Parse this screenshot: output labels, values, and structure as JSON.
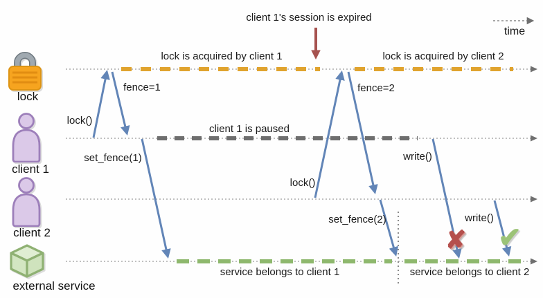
{
  "annotations": {
    "session_expired": "client 1's session is expired",
    "time_axis": "time"
  },
  "lanes": [
    {
      "label": "lock",
      "icon": "padlock-icon"
    },
    {
      "label": "client 1",
      "icon": "person-icon"
    },
    {
      "label": "client 2",
      "icon": "person-icon"
    },
    {
      "label": "external service",
      "icon": "cube-icon"
    }
  ],
  "state_segments": [
    {
      "lane": "lock",
      "label": "lock is acquired by client 1",
      "color": "#e0a32e"
    },
    {
      "lane": "lock",
      "label": "lock is acquired by client 2",
      "color": "#e0a32e"
    },
    {
      "lane": "client 1",
      "label": "client 1 is paused",
      "color": "#6e6e6e"
    },
    {
      "lane": "external service",
      "label": "service belongs to client 1",
      "color": "#8eb86d"
    },
    {
      "lane": "external service",
      "label": "service belongs to client 2",
      "color": "#8eb86d"
    }
  ],
  "messages": [
    {
      "label": "lock()",
      "from": "client 1",
      "to": "lock"
    },
    {
      "label": "fence=1",
      "from": "lock",
      "to": "client 1"
    },
    {
      "label": "set_fence(1)",
      "from": "client 1",
      "to": "external service"
    },
    {
      "label": "lock()",
      "from": "client 2",
      "to": "lock"
    },
    {
      "label": "fence=2",
      "from": "lock",
      "to": "client 2"
    },
    {
      "label": "set_fence(2)",
      "from": "client 2",
      "to": "external service"
    },
    {
      "label": "write()",
      "from": "client 1",
      "to": "external service",
      "result": "rejected"
    },
    {
      "label": "write()",
      "from": "client 2",
      "to": "external service",
      "result": "accepted"
    }
  ],
  "result_marks": {
    "rejected": "✘",
    "accepted": "✔"
  },
  "colors": {
    "message_arrow_blue": "#6285b7",
    "event_arrow_red": "#a6524f",
    "lock_held_orange": "#e0a32e",
    "paused_gray": "#6e6e6e",
    "service_green": "#8eb86d",
    "timeline_gray": "#9a9a9a",
    "fail_mark_red": "#b5504d",
    "success_mark_green": "#9cc377"
  }
}
